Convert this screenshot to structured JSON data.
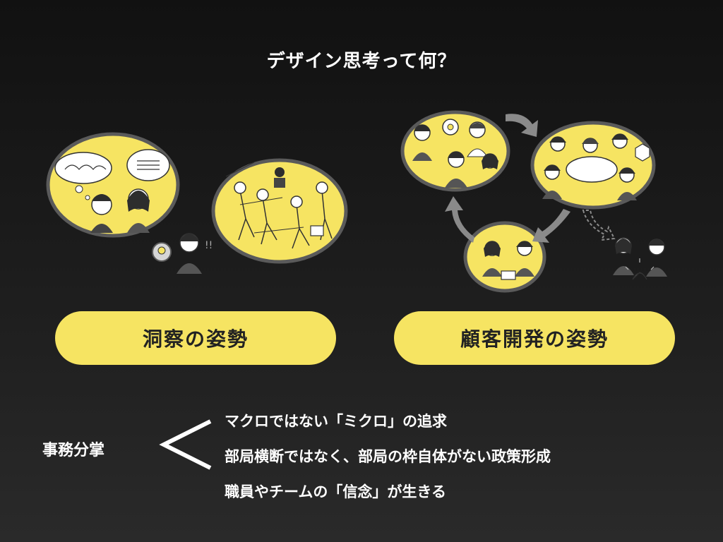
{
  "title": "デザイン思考って何？",
  "pills": {
    "left": "洞察の姿勢",
    "right": "顧客開発の姿勢"
  },
  "comparison": {
    "left_label": "事務分掌",
    "symbol": "less-than",
    "lines": [
      "マクロではない「ミクロ」の追求",
      "部局横断ではなく、部局の枠自体がない政策形成",
      "職員やチームの「信念」が生きる"
    ]
  },
  "illustration": {
    "left_group_label": "observation-scenes",
    "right_group_label": "customer-development-cycle",
    "bubble_fill": "#f6e462",
    "bubble_outline": "#5a5a5a",
    "arrow_color": "#8a8a8a",
    "idea_bubble_text": "!!"
  },
  "colors": {
    "background": "#1a1a1a",
    "accent": "#f6e462",
    "text": "#ffffff",
    "pill_text": "#222222"
  }
}
